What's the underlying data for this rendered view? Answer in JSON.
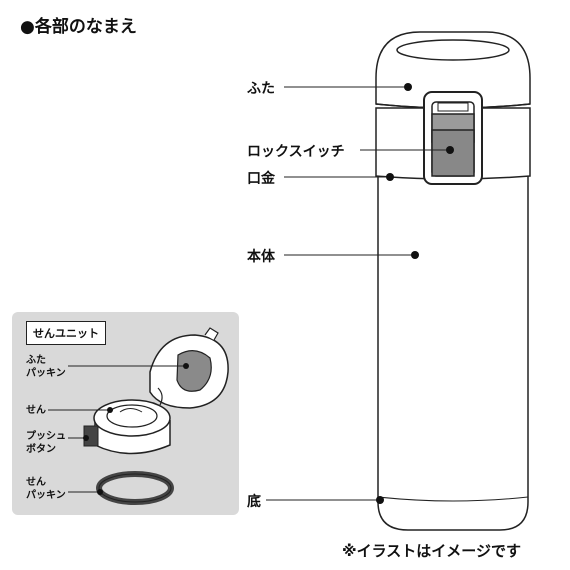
{
  "title": "●各部のなまえ",
  "labels": {
    "lid": "ふた",
    "lock_switch": "ロックスイッチ",
    "mouth": "口金",
    "body": "本体",
    "bottom": "底"
  },
  "inset": {
    "title": "せんユニット",
    "lid_packing": [
      "ふた",
      "パッキン"
    ],
    "stopper": "せん",
    "push_button": [
      "プッシュ",
      "ボタン"
    ],
    "stopper_packing": [
      "せん",
      "パッキン"
    ]
  },
  "note": "※イラストはイメージです"
}
